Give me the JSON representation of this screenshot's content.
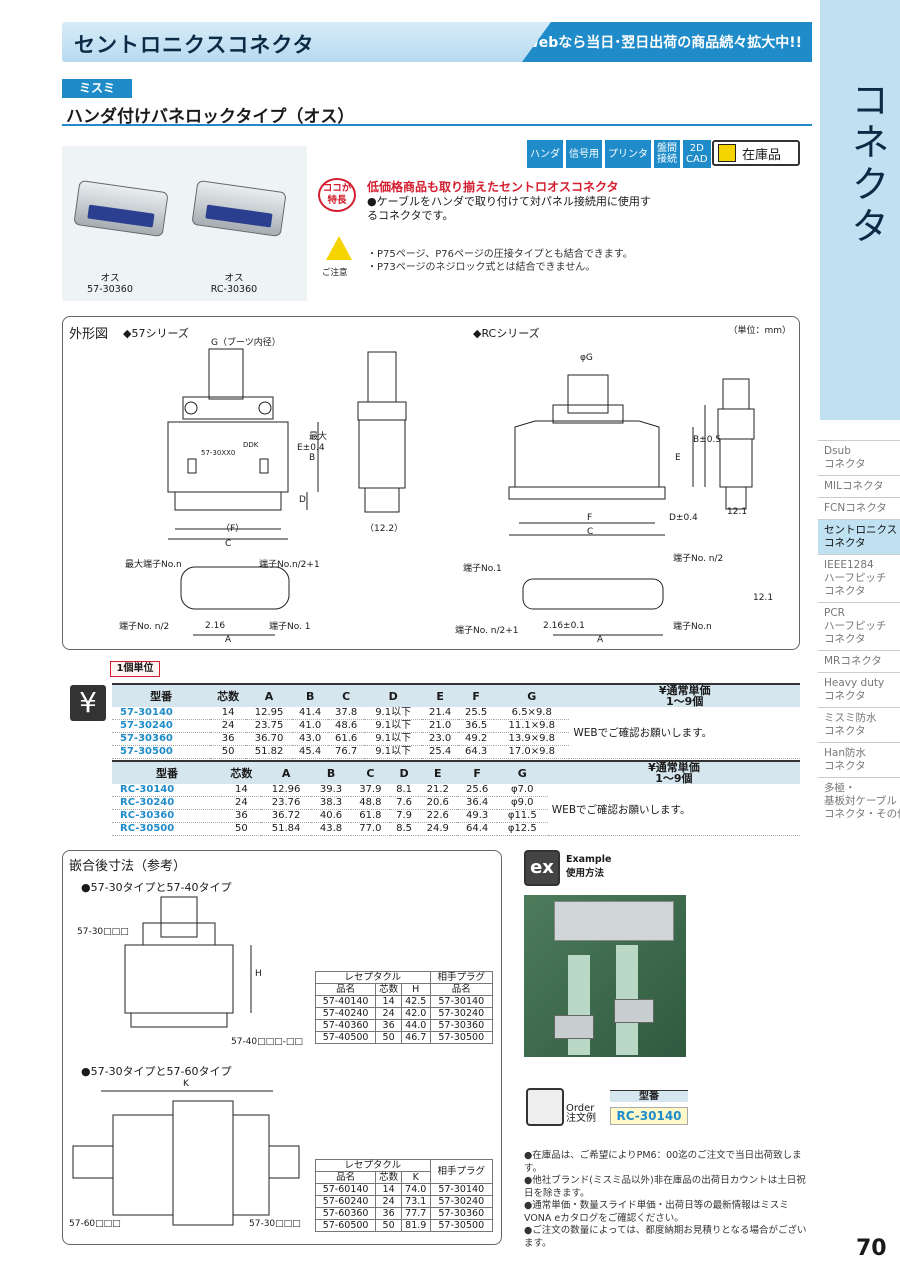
{
  "header": {
    "title": "セントロニクスコネクタ",
    "web_banner": "Webなら当日･翌日出荷の商品続々拡大中!!"
  },
  "side_tab": {
    "label": "コネクタ"
  },
  "side_nav": [
    "Dsub\nコネクタ",
    "MILコネクタ",
    "FCNコネクタ",
    "セントロニクス\nコネクタ",
    "IEEE1284\nハーフピッチ\nコネクタ",
    "PCR\nハーフピッチ\nコネクタ",
    "MRコネクタ",
    "Heavy duty\nコネクタ",
    "ミスミ防水\nコネクタ",
    "Han防水\nコネクタ",
    "多極・\n基板対ケーブル\nコネクタ・その他"
  ],
  "brand": "ミスミ",
  "product_title": "ハンダ付けバネロックタイプ（オス）",
  "photos": [
    {
      "gender": "オス",
      "model": "57-30360"
    },
    {
      "gender": "オス",
      "model": "RC-30360"
    }
  ],
  "tags": [
    "ハンダ",
    "信号用",
    "プリンタ",
    "盤間\n接続",
    "2D\nCAD"
  ],
  "stock": "在庫品",
  "feature": {
    "badge": "ココが\n特長",
    "headline": "低価格商品も取り揃えたセントロオスコネクタ",
    "body": "●ケーブルをハンダで取り付けて対パネル接続用に使用するコネクタです。"
  },
  "caution": {
    "label": "ご注意",
    "lines": [
      "・P75ページ、P76ページの圧接タイプとも結合できます。",
      "・P73ページのネジロック式とは結合できません。"
    ]
  },
  "dimension": {
    "title": "外形図",
    "unit": "（単位：mm）",
    "series_57": "◆57シリーズ",
    "series_rc": "◆RCシリーズ",
    "labels_57": {
      "g": "G（ブーツ内径）",
      "part": "57-30XX0",
      "ddk": "DDK",
      "f": "（F）",
      "c": "C",
      "a": "A",
      "pitch": "2.16",
      "e": "E±0.4",
      "b": "B",
      "max": "最大",
      "d": "D",
      "w": "（12.2）",
      "pmax": "最大端子No.n",
      "pn2p1": "端子No.n/2+1",
      "pn2": "端子No. n/2",
      "p1": "端子No. 1"
    },
    "labels_rc": {
      "g": "φG",
      "f": "F",
      "c": "C",
      "a": "A",
      "e": "E",
      "b": "B±0.5",
      "d": "D±0.4",
      "w": "12.1",
      "h": "12.1",
      "pitch": "2.16±0.1",
      "p1": "端子No.1",
      "pn2": "端子No. n/2",
      "pn2p1": "端子No. n/2+1",
      "pn": "端子No.n"
    }
  },
  "unit_badge": "1個単位",
  "table_headers": [
    "型番",
    "芯数",
    "A",
    "B",
    "C",
    "D",
    "E",
    "F",
    "G",
    "¥通常単価\n1～9個"
  ],
  "table_57": [
    [
      "57-30140",
      "14",
      "12.95",
      "41.4",
      "37.8",
      "9.1以下",
      "21.4",
      "25.5",
      "6.5×9.8"
    ],
    [
      "57-30240",
      "24",
      "23.75",
      "41.0",
      "48.6",
      "9.1以下",
      "21.0",
      "36.5",
      "11.1×9.8"
    ],
    [
      "57-30360",
      "36",
      "36.70",
      "43.0",
      "61.6",
      "9.1以下",
      "23.0",
      "49.2",
      "13.9×9.8"
    ],
    [
      "57-30500",
      "50",
      "51.82",
      "45.4",
      "76.7",
      "9.1以下",
      "25.4",
      "64.3",
      "17.0×9.8"
    ]
  ],
  "table_rc": [
    [
      "RC-30140",
      "14",
      "12.96",
      "39.3",
      "37.9",
      "8.1",
      "21.2",
      "25.6",
      "φ7.0"
    ],
    [
      "RC-30240",
      "24",
      "23.76",
      "38.3",
      "48.8",
      "7.6",
      "20.6",
      "36.4",
      "φ9.0"
    ],
    [
      "RC-30360",
      "36",
      "36.72",
      "40.6",
      "61.8",
      "7.9",
      "22.6",
      "49.3",
      "φ11.5"
    ],
    [
      "RC-30500",
      "50",
      "51.84",
      "43.8",
      "77.0",
      "8.5",
      "24.9",
      "64.4",
      "φ12.5"
    ]
  ],
  "price_note": "WEBでご確認お願いします。",
  "mating": {
    "title": "嵌合後寸法（参考）",
    "sub1": "●57-30タイプと57-40タイプ",
    "sub2": "●57-30タイプと57-60タイプ",
    "lbl_a": "57-30□□□",
    "lbl_b": "57-40□□□-□□",
    "lbl_c": "57-60□□□",
    "lbl_d": "57-30□□□",
    "h": "H",
    "k": "K",
    "t1_head": [
      "レセプタクル",
      "相手プラグ"
    ],
    "t1_sub": [
      "品名",
      "芯数",
      "H",
      "品名"
    ],
    "t1": [
      [
        "57-40140",
        "14",
        "42.5",
        "57-30140"
      ],
      [
        "57-40240",
        "24",
        "42.0",
        "57-30240"
      ],
      [
        "57-40360",
        "36",
        "44.0",
        "57-30360"
      ],
      [
        "57-40500",
        "50",
        "46.7",
        "57-30500"
      ]
    ],
    "t2_head": [
      "レセプタクル",
      "相手プラグ"
    ],
    "t2_sub": [
      "品名",
      "芯数",
      "K"
    ],
    "t2": [
      [
        "57-60140",
        "14",
        "74.0",
        "57-30140"
      ],
      [
        "57-60240",
        "24",
        "73.1",
        "57-30240"
      ],
      [
        "57-60360",
        "36",
        "77.7",
        "57-30360"
      ],
      [
        "57-60500",
        "50",
        "81.9",
        "57-30500"
      ]
    ]
  },
  "example": {
    "badge": "ex",
    "label": "Example\n使用方法"
  },
  "order": {
    "label": "Order\n注文例",
    "field": "型番",
    "value": "RC-30140"
  },
  "bottom_notes": [
    "●在庫品は、ご希望によりPM6：00迄のご注文で当日出荷致します。",
    "●他社ブランド(ミスミ品以外)非在庫品の出荷日カウントは土日祝日を除きます。",
    "●通常単価・数量スライド単価・出荷日等の最新情報はミスミVONA eカタログをご確認ください。",
    "●ご注文の数量によっては、都度納期お見積りとなる場合がございます。"
  ],
  "page_number": "70"
}
